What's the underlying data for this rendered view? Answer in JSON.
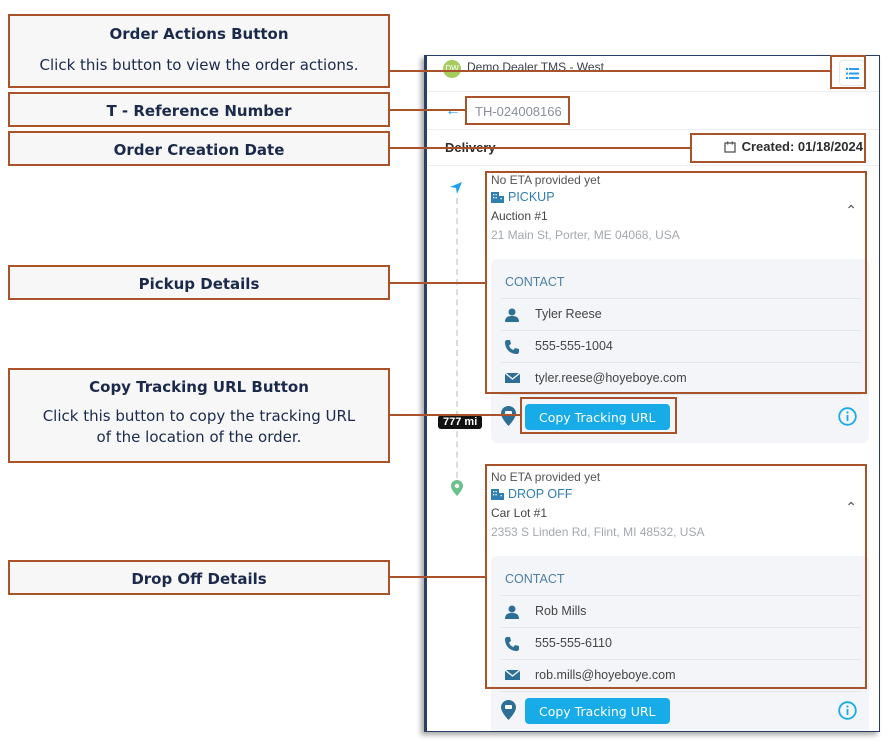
{
  "callouts": {
    "order_actions": {
      "title": "Order Actions Button",
      "desc": "Click this button to view the order actions."
    },
    "t_reference": {
      "title": "T - Reference Number"
    },
    "creation_date": {
      "title": "Order Creation Date"
    },
    "pickup_details": {
      "title": "Pickup Details"
    },
    "copy_tracking": {
      "title": "Copy Tracking URL Button",
      "desc_line1": "Click this button to copy the tracking URL",
      "desc_line2": "of the location of the order."
    },
    "dropoff_details": {
      "title": "Drop Off Details"
    }
  },
  "app": {
    "avatar_initials": "DW",
    "name": "Demo Dealer TMS - West",
    "menu_icon": "list-icon",
    "reference": "TH-024008166",
    "section_title": "Delivery",
    "created_label": "Created: 01/18/2024",
    "distance": "777 mi"
  },
  "stops": [
    {
      "eta": "No ETA provided yet",
      "type": "PICKUP",
      "name": "Auction #1",
      "address": "21 Main St, Porter, ME 04068, USA",
      "contact_header": "CONTACT",
      "contact_name": "Tyler Reese",
      "contact_phone": "555-555-1004",
      "contact_email": "tyler.reese@hoyeboye.com",
      "button": "Copy Tracking URL"
    },
    {
      "eta": "No ETA provided yet",
      "type": "DROP OFF",
      "name": "Car Lot #1",
      "address": "2353 S Linden Rd, Flint, MI 48532, USA",
      "contact_header": "CONTACT",
      "contact_name": "Rob Mills",
      "contact_phone": "555-555-6110",
      "contact_email": "rob.mills@hoyeboye.com",
      "button": "Copy Tracking URL"
    }
  ],
  "colors": {
    "callout_border": "#a9532b",
    "callout_text": "#1b2a4a",
    "button_blue": "#17abe8",
    "link_blue": "#2f7fb0",
    "pickup_nav": "#1ea0f0",
    "dropoff_pin": "#6cc08b"
  }
}
